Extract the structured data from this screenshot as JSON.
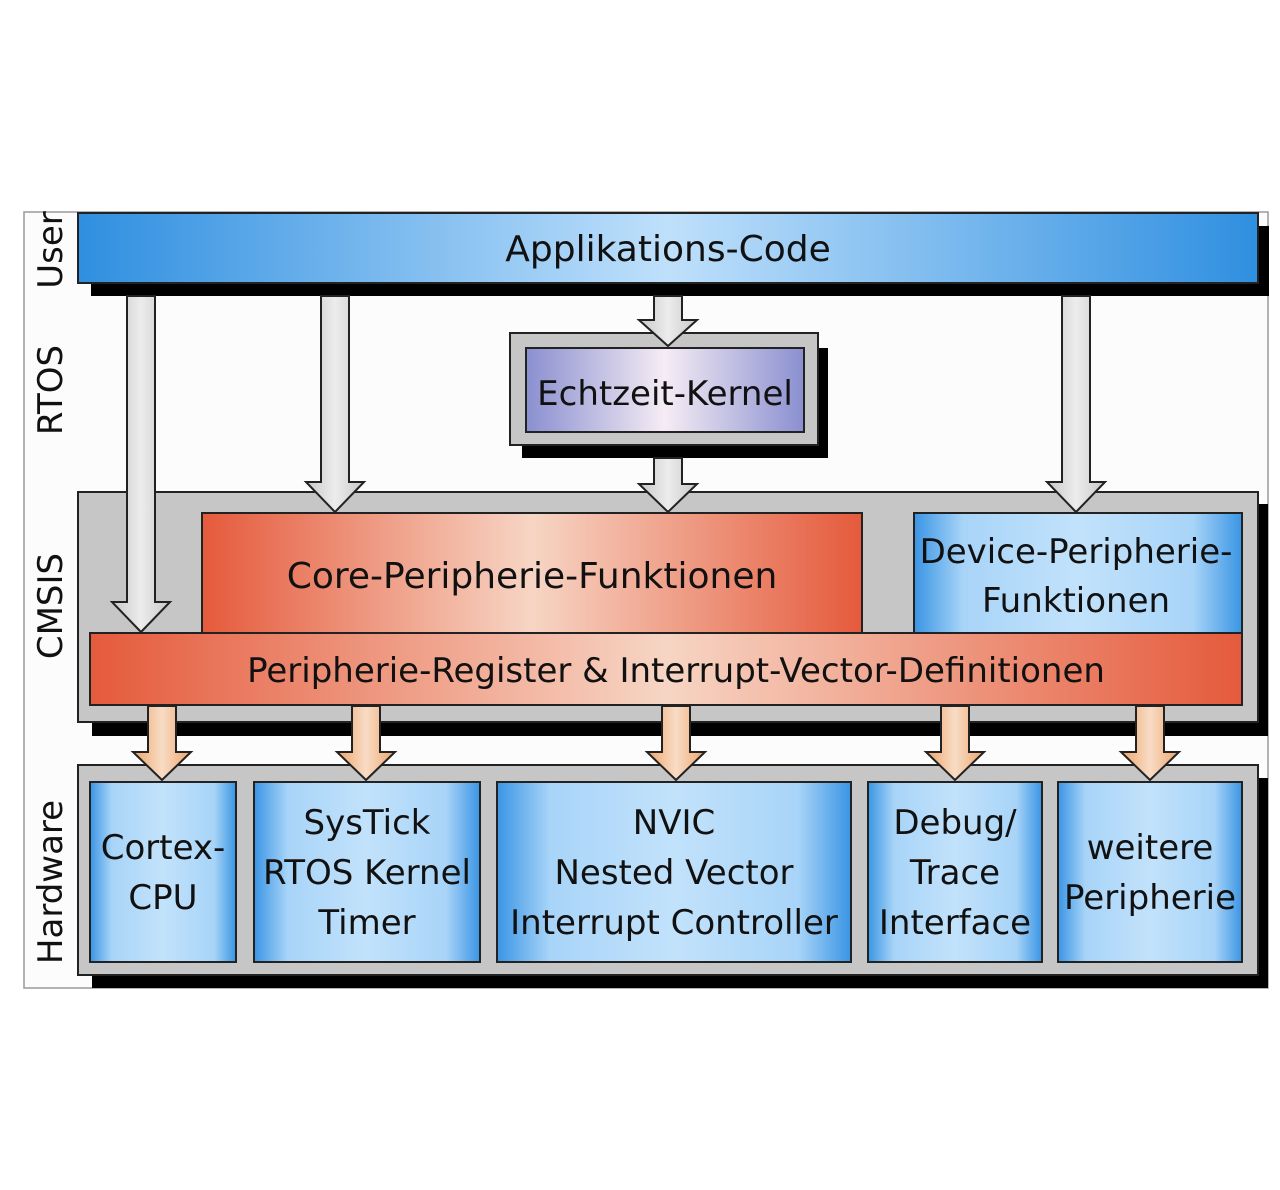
{
  "layers": {
    "user": "User",
    "rtos": "RTOS",
    "cmsis": "CMSIS",
    "hardware": "Hardware"
  },
  "user_layer": {
    "application_code": "Applikations-Code"
  },
  "rtos_layer": {
    "realtime_kernel": "Echtzeit-Kernel"
  },
  "cmsis_layer": {
    "core_peripheral_functions": "Core-Peripherie-Funktionen",
    "device_peripheral_functions": [
      "Device-Peripherie-",
      "Funktionen"
    ],
    "peripheral_registers": "Peripherie-Register & Interrupt-Vector-Definitionen"
  },
  "hardware_layer": {
    "blocks": [
      {
        "id": "cortex-cpu",
        "lines": [
          "Cortex-",
          "CPU"
        ]
      },
      {
        "id": "systick",
        "lines": [
          "SysTick",
          "RTOS Kernel",
          "Timer"
        ]
      },
      {
        "id": "nvic",
        "lines": [
          "NVIC",
          "Nested Vector",
          "Interrupt Controller"
        ]
      },
      {
        "id": "debug-trace",
        "lines": [
          "Debug/",
          "Trace",
          "Interface"
        ]
      },
      {
        "id": "other-peripherals",
        "lines": [
          "weitere",
          "Peripherie"
        ]
      }
    ]
  },
  "colors": {
    "blue_edge": "#2f8fe0",
    "blue_center": "#bfe0fb",
    "red_edge": "#e55a3c",
    "red_center": "#f7d5c4",
    "purple_edge": "#8a8fd0",
    "purple_center": "#f3e8f2",
    "gray_frame": "#c4c4c4",
    "arrow_gray": "#dcdcdc",
    "arrow_orange": "#f1b07a"
  }
}
